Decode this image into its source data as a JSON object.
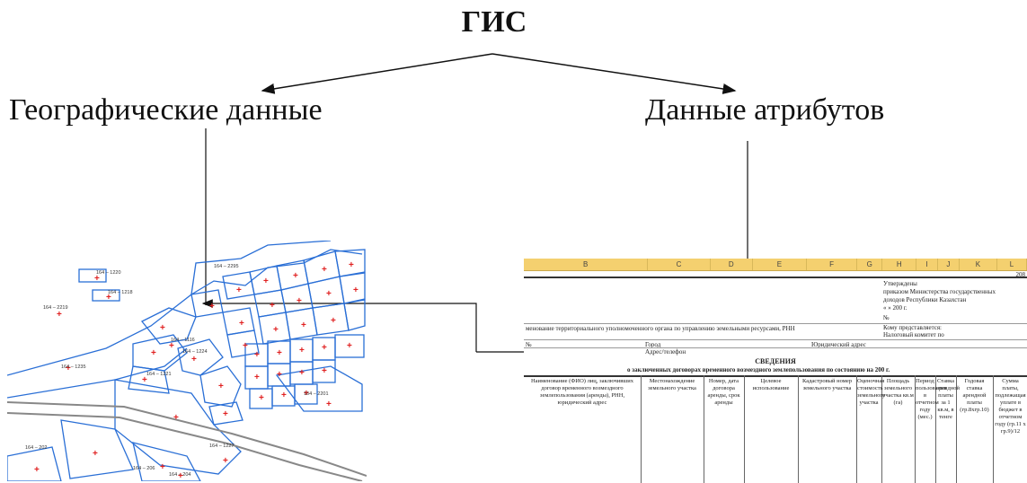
{
  "title": "ГИС",
  "left_label": "Географические данные",
  "right_label": "Данные атрибутов",
  "map": {
    "parcel_labels": [
      "164 – 1220",
      "164 – 1218",
      "164 – 2219",
      "164 – 2295",
      "164 – 1116",
      "164 – 1224",
      "164 – 1235",
      "164 – 1221",
      "164 – 2201",
      "164 – 1227",
      "164 – 202",
      "164 – 206",
      "164 – 204"
    ]
  },
  "sheet": {
    "columns": [
      "B",
      "C",
      "D",
      "E",
      "F",
      "G",
      "H",
      "I",
      "J",
      "K",
      "L"
    ],
    "corner": "208",
    "approval": [
      "Утверждены",
      "приказом Министерства государственных",
      "доходов Республики Казахстан",
      "« »                    200 г.",
      "№"
    ],
    "to_whom": "Кому представляется:",
    "tax_committee": "Налоговый комитет по",
    "org_name": "менование территориального уполномоченного органа по управлению земельными ресурсами, РНН",
    "num_label": "№",
    "city_label": "Город",
    "address_label": "Адрес/телефон",
    "legal_address": "Юридический адрес",
    "heading": "СВЕДЕНИЯ",
    "subheading": "о заключенных договорах временного возмездного землепользования по состоянию на                    200   г.",
    "table_headers": [
      "Наименование (ФИО) лиц, заключивших договор временного возмездного землепользования (аренды), РНН, юридический адрес",
      "Местонахождение земельного участка",
      "Номер, дата договора аренды, срок аренды",
      "Целевое использование",
      "Кадастровый номер земельного участка",
      "Оценочная стоимость земельного участка",
      "Площадь земельного участка кв.м (га)",
      "Период пользования в отчетном году (мес.)",
      "Ставка арендной платы за 1 кв.м, в тенге",
      "Годовая ставка арендной платы (гр.8хгр.10)",
      "Сумма платы, подлежащая уплате в бюджет в отчетном году (гр.11 х гр.9)/12"
    ]
  }
}
